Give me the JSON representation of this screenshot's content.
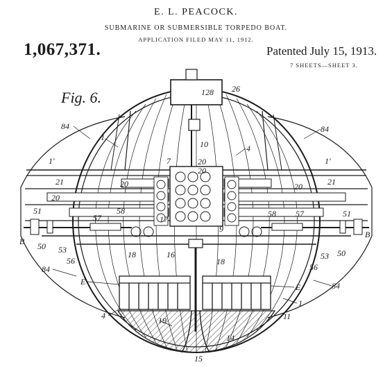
{
  "header": {
    "inventor": "E. L. PEACOCK.",
    "title": "SUBMARINE OR SUBMERSIBLE TORPEDO BOAT.",
    "filed": "APPLICATION FILED MAY 11, 1912.",
    "patent_number": "1,067,371.",
    "patented": "Patented July 15, 1913.",
    "sheets": "7 SHEETS—SHEET 3."
  },
  "figure": {
    "label": "Fig. 6.",
    "refs": {
      "r128": "128",
      "r26": "26",
      "r10": "10",
      "r4top": "4",
      "r7": "7",
      "r1top": "1",
      "r84tl": "84",
      "r84tr": "84",
      "r84bl": "84",
      "r84br": "84",
      "r1pl": "1'",
      "r1pr": "1'",
      "r21l": "21",
      "r21r": "21",
      "r20a": "20",
      "r20b": "20",
      "r20c": "20",
      "r20d": "20",
      "r20e": "20",
      "r51l": "51",
      "r51r": "51",
      "r58l": "58",
      "r58r": "58",
      "r57l": "57",
      "r57r": "57",
      "r17": "17",
      "r9": "9",
      "r16": "16",
      "r18l": "18",
      "r18r": "18",
      "r50l": "50",
      "r50r": "50",
      "r53l": "53",
      "r53r": "53",
      "r56l": "56",
      "r56r": "56",
      "rBl": "B",
      "rBr": "B",
      "rEl": "E",
      "rEr": "E",
      "r4bot": "4",
      "r19": "19",
      "r14": "14",
      "r15": "15",
      "r1bot": "1",
      "r11": "11"
    }
  }
}
